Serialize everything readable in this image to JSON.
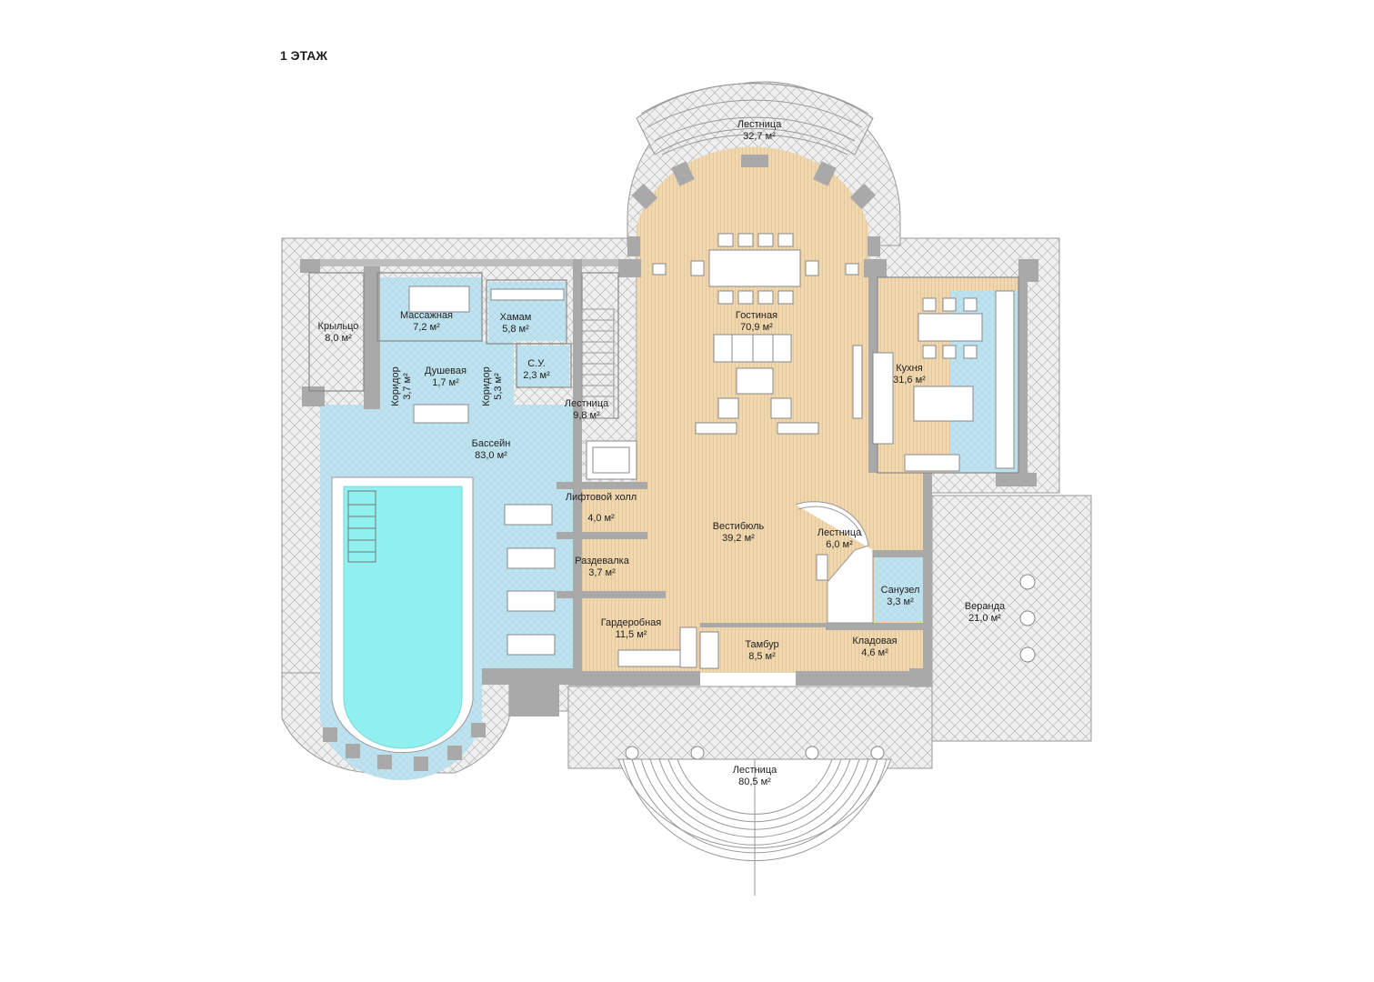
{
  "title": "1 ЭТАЖ",
  "rooms": {
    "stair_top": {
      "name": "Лестница",
      "area": "32,7 м²"
    },
    "living": {
      "name": "Гостиная",
      "area": "70,9 м²"
    },
    "kitchen": {
      "name": "Кухня",
      "area": "31,6 м²"
    },
    "massage": {
      "name": "Массажная",
      "area": "7,2 м²"
    },
    "hamam": {
      "name": "Хамам",
      "area": "5,8 м²"
    },
    "porch": {
      "name": "Крыльцо",
      "area": "8,0 м²"
    },
    "corridor1": {
      "name": "Коридор",
      "area": "3,7 м²"
    },
    "shower": {
      "name": "Душевая",
      "area": "1,7 м²"
    },
    "corridor2": {
      "name": "Коридор",
      "area": "5,3 м²"
    },
    "wc_small": {
      "name": "С.У.",
      "area": "2,3 м²"
    },
    "stair_small": {
      "name": "Лестница",
      "area": "9,8 м²"
    },
    "pool": {
      "name": "Бассейн",
      "area": "83,0 м²"
    },
    "lift_hall": {
      "name": "Лифтовой холл",
      "area": "4,0 м²"
    },
    "vestibule": {
      "name": "Вестибюль",
      "area": "39,2 м²"
    },
    "spiral": {
      "name": "Лестница",
      "area": "6,0 м²"
    },
    "changing": {
      "name": "Раздевалка",
      "area": "3,7 м²"
    },
    "bathroom": {
      "name": "Санузел",
      "area": "3,3 м²"
    },
    "veranda": {
      "name": "Веранда",
      "area": "21,0 м²"
    },
    "wardrobe": {
      "name": "Гардеробная",
      "area": "11,5 м²"
    },
    "tambour": {
      "name": "Тамбур",
      "area": "8,5 м²"
    },
    "pantry": {
      "name": "Кладовая",
      "area": "4,6 м²"
    },
    "stair_main": {
      "name": "Лестница",
      "area": "80,5 м²"
    }
  },
  "colors": {
    "wood": "#f1d7ae",
    "tile": "#bfe2ef",
    "water": "#8ff0ef",
    "wall": "#a9a9a9",
    "paving": "#ececec",
    "line": "#8c8c8c"
  }
}
